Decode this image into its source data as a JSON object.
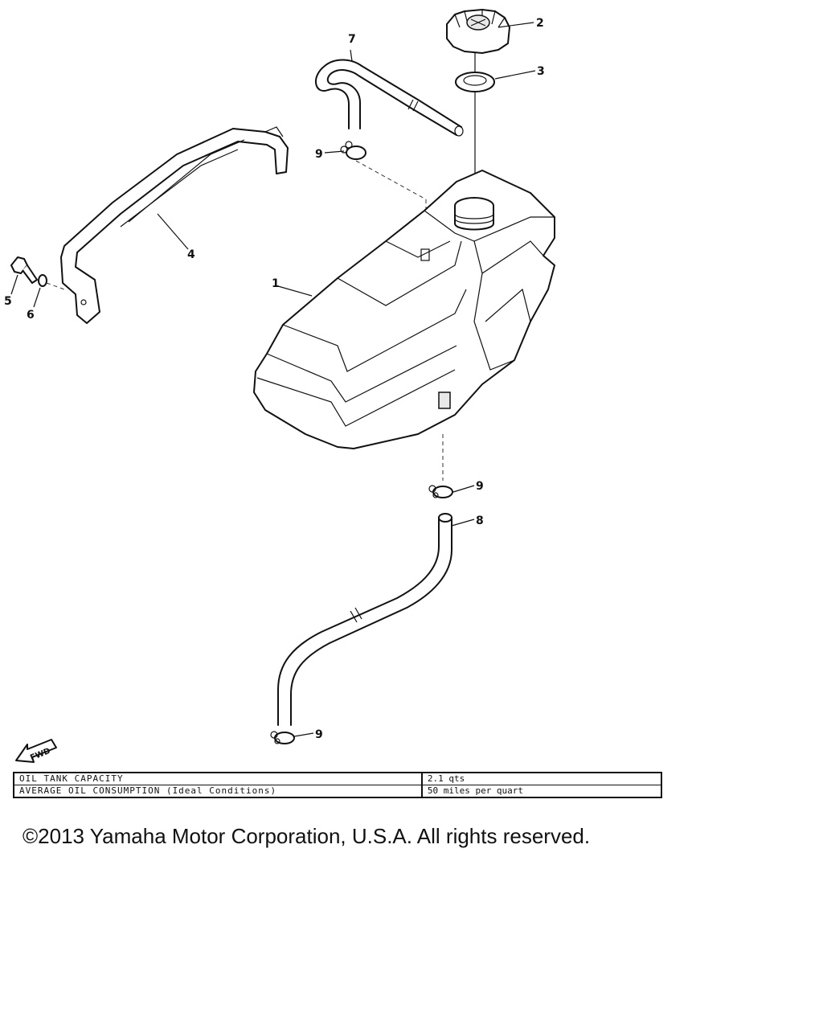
{
  "callouts": {
    "oil_tank": "1",
    "cap": "2",
    "cap_gasket": "3",
    "bracket": "4",
    "bolt": "5",
    "washer": "6",
    "breather_hose": "7",
    "delivery_hose": "8",
    "clip_top": "9",
    "clip_mid": "9",
    "clip_bottom": "9"
  },
  "fwd_arrow": "FWD",
  "spec_table": [
    {
      "label": "OIL TANK CAPACITY",
      "value": "2.1 qts"
    },
    {
      "label": "AVERAGE OIL CONSUMPTION (Ideal Conditions)",
      "value": "50 miles per quart"
    }
  ],
  "copyright": "©2013 Yamaha Motor Corporation, U.S.A. All rights reserved.",
  "colors": {
    "ink": "#111111",
    "background": "#ffffff"
  },
  "icons": {
    "fwd": "fwd-arrow-icon"
  }
}
